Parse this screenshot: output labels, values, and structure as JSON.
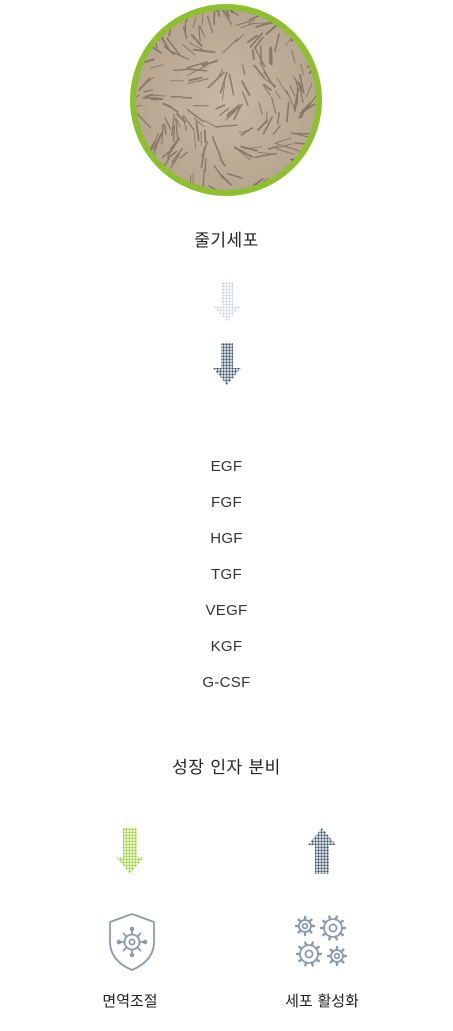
{
  "stem_cell": {
    "label": "줄기세포",
    "ring_color": "#8dbf2f"
  },
  "arrows": {
    "light_color": "#c9d2dc",
    "dark_color": "#3e5269",
    "green_color": "#9acc33",
    "up_color": "#3e5269"
  },
  "growth_factors": [
    "EGF",
    "FGF",
    "HGF",
    "TGF",
    "VEGF",
    "KGF",
    "G-CSF"
  ],
  "secretion_label": "성장 인자 분비",
  "outcomes": {
    "left": {
      "label": "면역조절",
      "icon": "shield-virus-icon"
    },
    "right": {
      "label": "세포 활성화",
      "icon": "gears-icon"
    }
  }
}
